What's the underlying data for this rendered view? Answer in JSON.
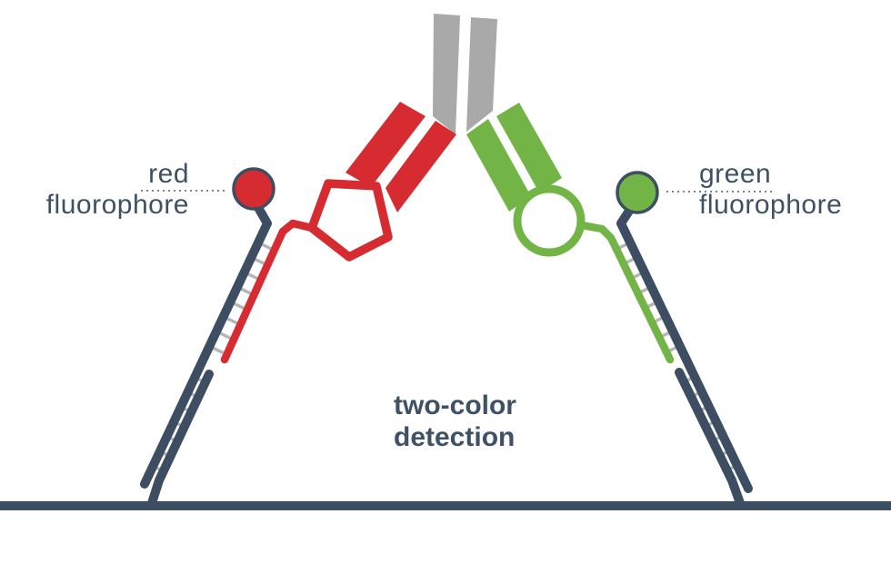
{
  "diagram": {
    "title": {
      "line1": "two-color",
      "line2": "detection"
    },
    "labels": {
      "left_fluorophore": {
        "line1": "red",
        "line2": "fluorophore"
      },
      "right_fluorophore": {
        "line1": "green",
        "line2": "fluorophore"
      }
    },
    "colors": {
      "navy": "#3d4e62",
      "red": "#d62b31",
      "green": "#72b546",
      "gray": "#a9a9a9",
      "rung": "#b6b6b6",
      "text": "#3e5165",
      "dotted": "#4a5c70",
      "background": "#ffffff"
    }
  }
}
